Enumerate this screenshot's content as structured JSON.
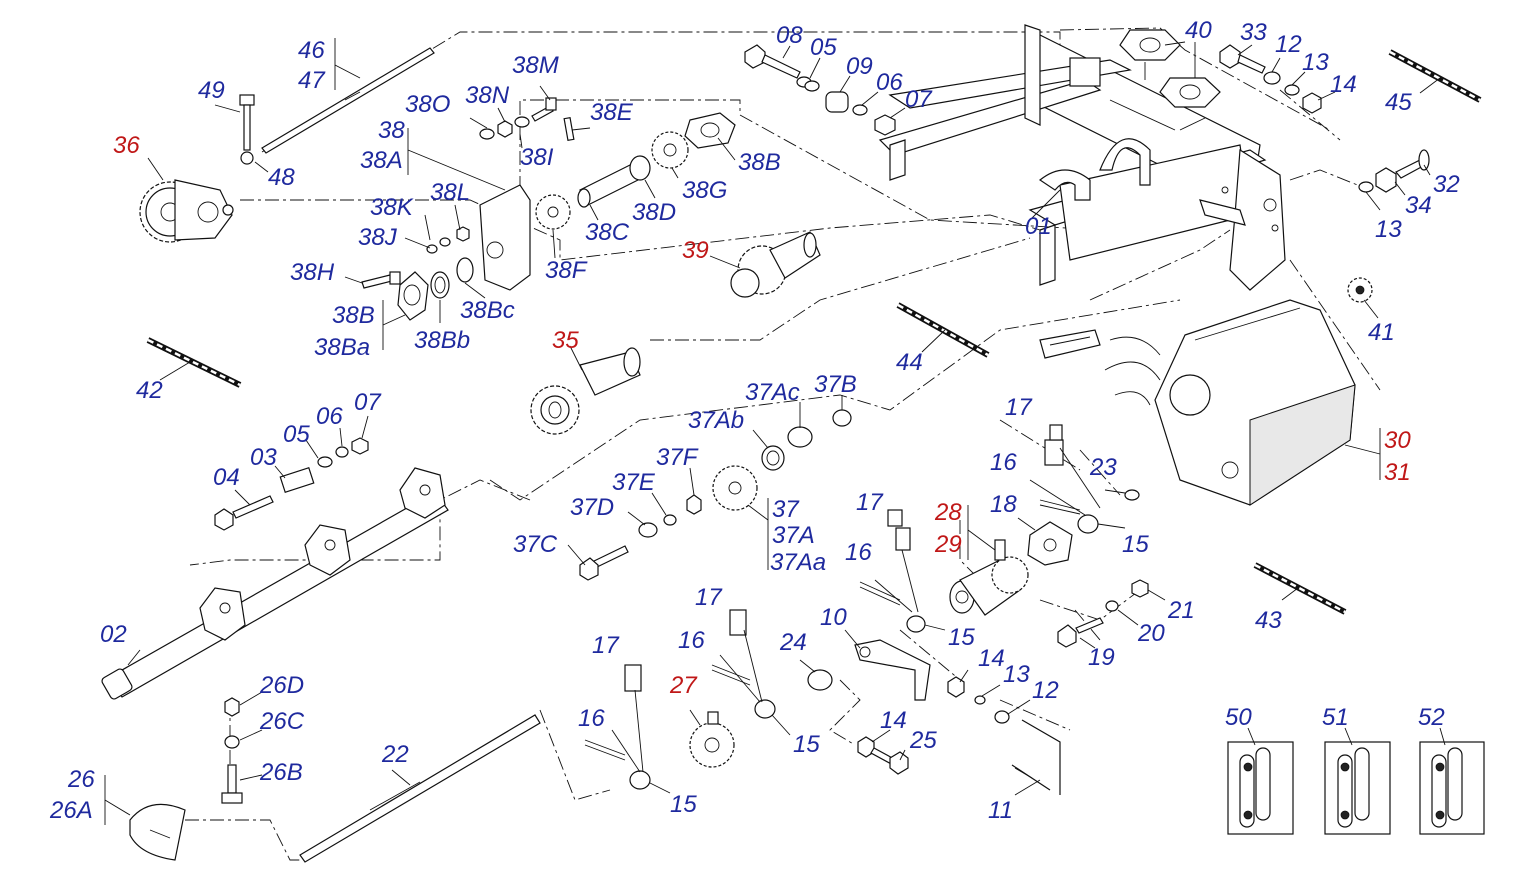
{
  "diagram": {
    "labels": {
      "l46": "46",
      "l47": "47",
      "l49": "49",
      "l36": "36",
      "l48": "48",
      "l38M": "38M",
      "l38N": "38N",
      "l38O": "38O",
      "l38": "38",
      "l38A": "38A",
      "l38I": "38I",
      "l38E": "38E",
      "l38B_top": "38B",
      "l38G": "38G",
      "l38D": "38D",
      "l38C": "38C",
      "l38K": "38K",
      "l38L": "38L",
      "l38J": "38J",
      "l38F": "38F",
      "l38H": "38H",
      "l38Bc": "38Bc",
      "l38B": "38B",
      "l38Ba": "38Ba",
      "l38Bb": "38Bb",
      "l08": "08",
      "l05a": "05",
      "l09": "09",
      "l06a": "06",
      "l07a": "07",
      "l40": "40",
      "l33": "33",
      "l12a": "12",
      "l13a": "13",
      "l14a": "14",
      "l45": "45",
      "l32": "32",
      "l34": "34",
      "l13b": "13",
      "l01": "01",
      "l39": "39",
      "l41": "41",
      "l42": "42",
      "l35": "35",
      "l44": "44",
      "l37Ac": "37Ac",
      "l37B": "37B",
      "l37Ab": "37Ab",
      "l37F": "37F",
      "l37E": "37E",
      "l37D": "37D",
      "l37": "37",
      "l37A": "37A",
      "l37Aa": "37Aa",
      "l37C": "37C",
      "l05b": "05",
      "l06b": "06",
      "l07b": "07",
      "l03": "03",
      "l04": "04",
      "l17a": "17",
      "l16a": "16",
      "l23": "23",
      "l30": "30",
      "l31": "31",
      "l15a": "15",
      "l18": "18",
      "l28": "28",
      "l29": "29",
      "l17b": "17",
      "l16b": "16",
      "l15b": "15",
      "l21": "21",
      "l20": "20",
      "l19": "19",
      "l43": "43",
      "l02": "02",
      "l10": "10",
      "l24": "24",
      "l17c": "17",
      "l16c": "16",
      "l15c": "15",
      "l14b": "14",
      "l13c": "13",
      "l12b": "12",
      "l17d": "17",
      "l27": "27",
      "l16d": "16",
      "l15d": "15",
      "l14c": "14",
      "l25": "25",
      "l26D": "26D",
      "l26C": "26C",
      "l26B": "26B",
      "l26": "26",
      "l26A": "26A",
      "l22": "22",
      "l11": "11",
      "l50": "50",
      "l51": "51",
      "l52": "52"
    },
    "colors": {
      "label_blue": "#1f2a9e",
      "label_red": "#c01818",
      "line": "#111111"
    }
  }
}
